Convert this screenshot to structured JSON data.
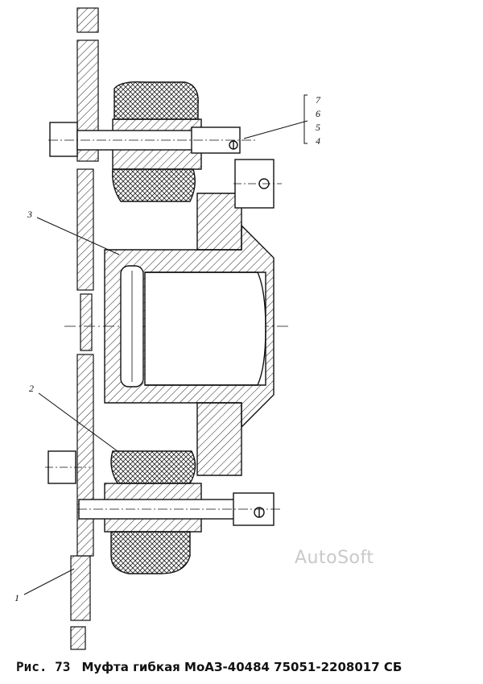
{
  "figure": {
    "label": "Рис. 73",
    "title": "Муфта гибкая МоАЗ-40484 75051-2208017 СБ"
  },
  "watermark": "AutoSoft",
  "callouts": {
    "c1": "1",
    "c2": "2",
    "c3": "3",
    "c4": "4",
    "c5": "5",
    "c6": "6",
    "c7": "7"
  },
  "colors": {
    "ink": "#111111",
    "hatch": "#222222",
    "paper": "#ffffff",
    "watermark": "#c9c9c9"
  }
}
